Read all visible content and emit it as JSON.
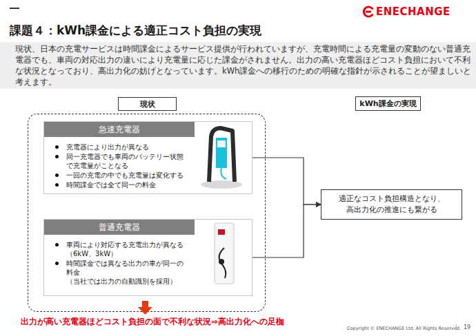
{
  "diagram": {
    "title": "課題４：kWh課金による適正コスト負担の実現",
    "nodes": [
      {
        "text": [
          "現状"
        ]
      },
      {
        "text": [
          "急速充電器",
          "充電器により出力が異なる",
          "同一充電器でも車両のバッテリー状態 で充電量がことなる",
          "一回の充電の中でも充電量は変化する",
          "時間課金では全て同一の料金"
        ],
        "in": 0
      },
      {
        "text": [
          "普通充電器",
          "車両により対応する充電出力が異なる （6kW、3kW）",
          "時間課金では異なる出力の車が同一の 料金 （当社では出力の自動識別を採用）"
        ],
        "in": 0
      },
      {
        "text": [
          "kWh課金の実現"
        ]
      },
      {
        "text": [
          "適正なコスト負担構造となり、 高出力化の推進にも繋がる"
        ]
      }
    ],
    "edges": [
      {
        "from": 1,
        "to": 4,
        "arrow": "to"
      },
      {
        "from": 2,
        "to": 4,
        "arrow": "to"
      }
    ],
    "labels": [
      "ENECHANGE",
      "現状、日本の充電サービスは時間課金によるサービス提供が行われていますが、充電時間による充電量の変動のない普通充 電器でも、車両の対応出力の違いにより充電量に応じた課金がされません。出力の高い充電器ほどコスト負担において不利 な状況となっており、高出力化の妨げとなっています。kWh課金への移行のための明確な指針が示されることが望ましいと 考えます。",
      "出力が高い充電器ほどコスト負担の面で不利な状況⇒高出力化への足枷",
      "Copyright © ENECHANGE Ltd. All Rights Reserved.",
      "|",
      "19"
    ]
  }
}
